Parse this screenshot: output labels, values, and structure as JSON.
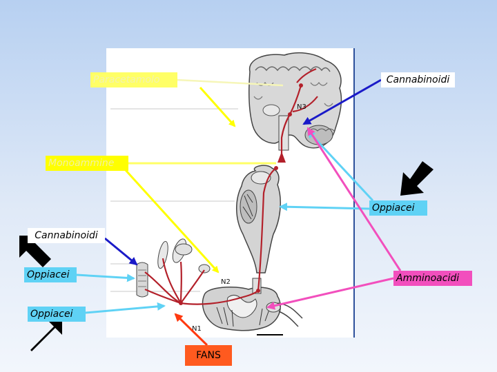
{
  "labels": {
    "paracetamolo": "Paracetamolo",
    "cannabinoidi_top": "Cannabinoidi",
    "monoammine": "Monoammine",
    "oppiacei_right": "Oppiacei",
    "cannabinoidi_left": "Cannabinoidi",
    "oppiacei_mid": "Oppiacei",
    "amminoacidi": "Amminoacidi",
    "oppiacei_bottom": "Oppiacei",
    "fans": "FANS"
  },
  "figure_labels": {
    "n1": "N1",
    "n2": "N2",
    "n3": "N3"
  },
  "colors": {
    "background_top": "#b7d0f1",
    "background_bottom": "#f2f6fc",
    "pain_pathway": "#b3202a",
    "paracetamolo_arrow": "#ffff66",
    "cannabinoidi_arrow": "#1a1ac8",
    "oppiacei_arrow": "#5fd2f5",
    "amminoacidi_arrow": "#f24fbd",
    "fans_arrow": "#ff3a10",
    "pointer_arrow": "#000000"
  }
}
